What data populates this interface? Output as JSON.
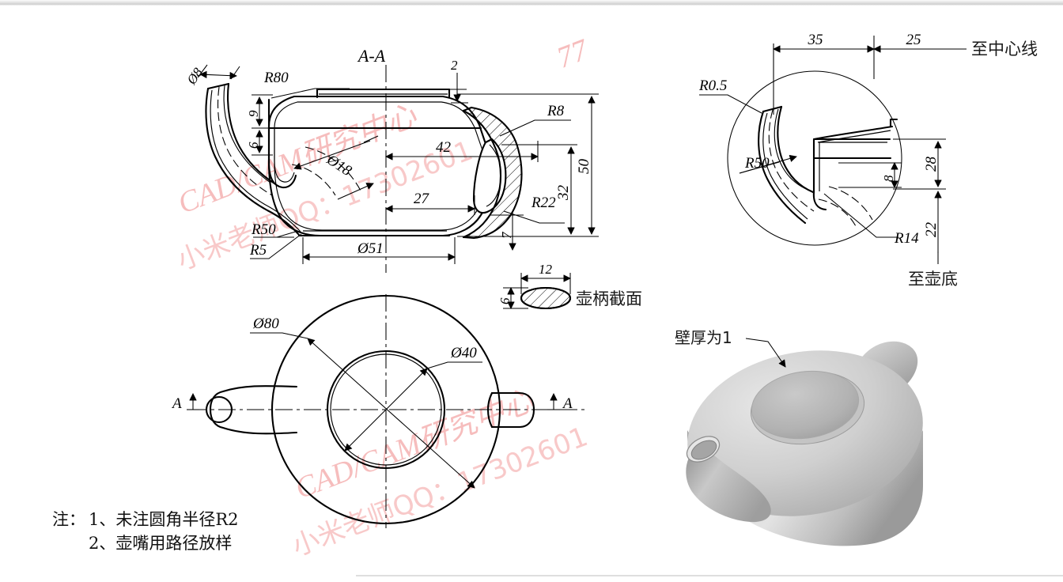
{
  "sheet": {
    "title_section": "A-A",
    "background": "#ffffff"
  },
  "watermark": {
    "line1": "CAD/CAM研究中心",
    "line2": "小米老师QQ：17302601",
    "line3": "77",
    "color": "#f6bdbd"
  },
  "section_view": {
    "label": "A-A",
    "dimensions": {
      "spout_tip_dia": "Ø8",
      "lid_radius": "R80",
      "rim_height": "9",
      "neck_height": "6",
      "lid_thickness": "2",
      "spout_bore_dia": "Ø18",
      "body_inner_width": "42",
      "handle_inner_width": "27",
      "base_dia": "Ø51",
      "bottom_fillet": "R50",
      "base_fillet": "R5",
      "handle_top_radius": "R8",
      "handle_bottom_radius": "R22",
      "overall_height": "50",
      "handle_height": "32",
      "handle_base_offset": "7"
    }
  },
  "handle_section": {
    "title": "壶柄截面",
    "width": "12",
    "height": "6"
  },
  "detail_view": {
    "dim_to_center_a": "35",
    "dim_to_center_b": "25",
    "label_to_centerline": "至中心线",
    "label_to_bottom": "至壶底",
    "spout_tip_fillet": "R0.5",
    "spout_sweep_radius": "R50",
    "spout_inner_radius": "R14",
    "height_upper": "28",
    "height_lower": "22",
    "bore_offset": "8"
  },
  "plan_view": {
    "outer_dia": "Ø80",
    "opening_dia": "Ø40",
    "section_mark_left": "A",
    "section_mark_right": "A"
  },
  "render": {
    "callout": "壁厚为1"
  },
  "notes": {
    "prefix": "注：",
    "items": [
      "1、未注圆角半径R2",
      "2、壶嘴用路径放样"
    ]
  }
}
